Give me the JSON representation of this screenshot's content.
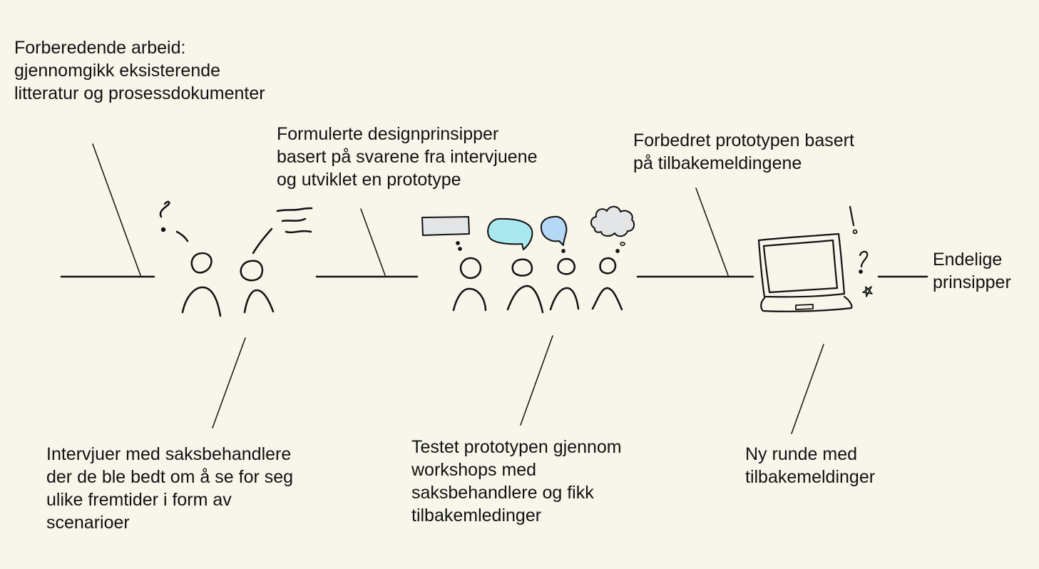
{
  "steps": {
    "preparation": {
      "lines": [
        "Forberedende arbeid:",
        "gjennomgikk eksisterende",
        "litteratur og prosessdokumenter"
      ]
    },
    "interviews": {
      "lines": [
        "Intervjuer med saksbehandlere",
        "der de ble bedt om å se for seg",
        "ulike fremtider i form av",
        "scenarioer"
      ]
    },
    "principles": {
      "lines": [
        "Formulerte designprinsipper",
        "basert på svarene fra intervjuene",
        "og utviklet en prototype"
      ]
    },
    "workshops": {
      "lines": [
        "Testet prototypen gjennom",
        "workshops med",
        "saksbehandlere og fikk",
        "tilbakemledinger"
      ]
    },
    "improved": {
      "lines": [
        "Forbedret prototypen basert",
        "på tilbakemeldingene"
      ]
    },
    "feedback": {
      "lines": [
        "Ny runde med",
        "tilbakemeldinger"
      ]
    },
    "final": {
      "lines": [
        "Endelige",
        "prinsipper"
      ]
    }
  },
  "icons": {
    "interview": "two-people-talking-icon",
    "workshop": "group-with-speech-bubbles-icon",
    "prototype": "laptop-icon"
  },
  "colors": {
    "background": "#f8f6ea",
    "ink": "#111111",
    "bubble_grey": "#e4e5e6",
    "bubble_cyan": "#a9e8ee",
    "bubble_blue": "#b5d8f7"
  }
}
